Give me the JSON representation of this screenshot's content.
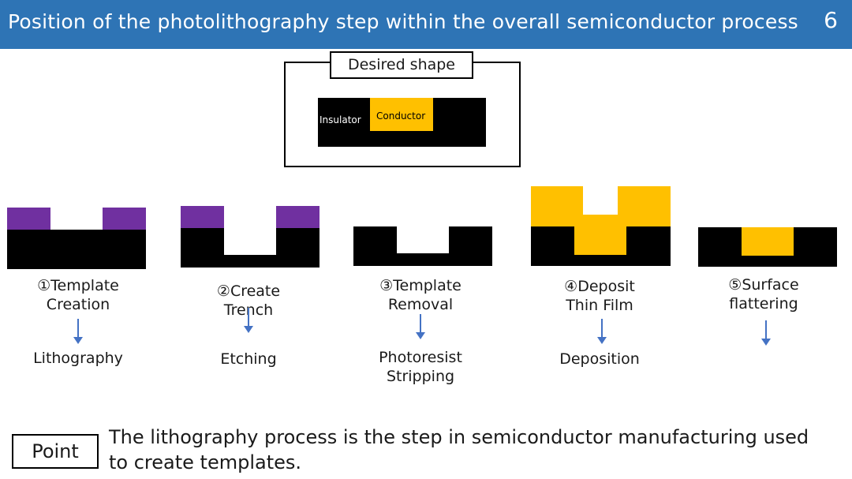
{
  "header": {
    "title": "Position of the photolithography step within the overall semiconductor process",
    "page_number": "6"
  },
  "desired": {
    "label": "Desired shape",
    "insulator": "Insulator",
    "conductor": "Conductor"
  },
  "steps": [
    {
      "line1": "①Template",
      "line2": "Creation",
      "process1": "Lithography",
      "process2": ""
    },
    {
      "line1": "②Create",
      "line2": "Trench",
      "process1": "Etching",
      "process2": ""
    },
    {
      "line1": "③Template",
      "line2": "Removal",
      "process1": "Photoresist",
      "process2": "Stripping"
    },
    {
      "line1": "④Deposit",
      "line2": "Thin Film",
      "process1": "Deposition",
      "process2": ""
    },
    {
      "line1": "⑤Surface",
      "line2": "flattering",
      "process1": "",
      "process2": ""
    }
  ],
  "point": {
    "label": "Point",
    "text": "The lithography process is the step in semiconductor manufacturing used to create templates."
  },
  "colors": {
    "header": "#2e74b5",
    "photoresist": "#7030a0",
    "conductor": "#ffc000",
    "insulator": "#000000",
    "arrow": "#4472c4"
  }
}
